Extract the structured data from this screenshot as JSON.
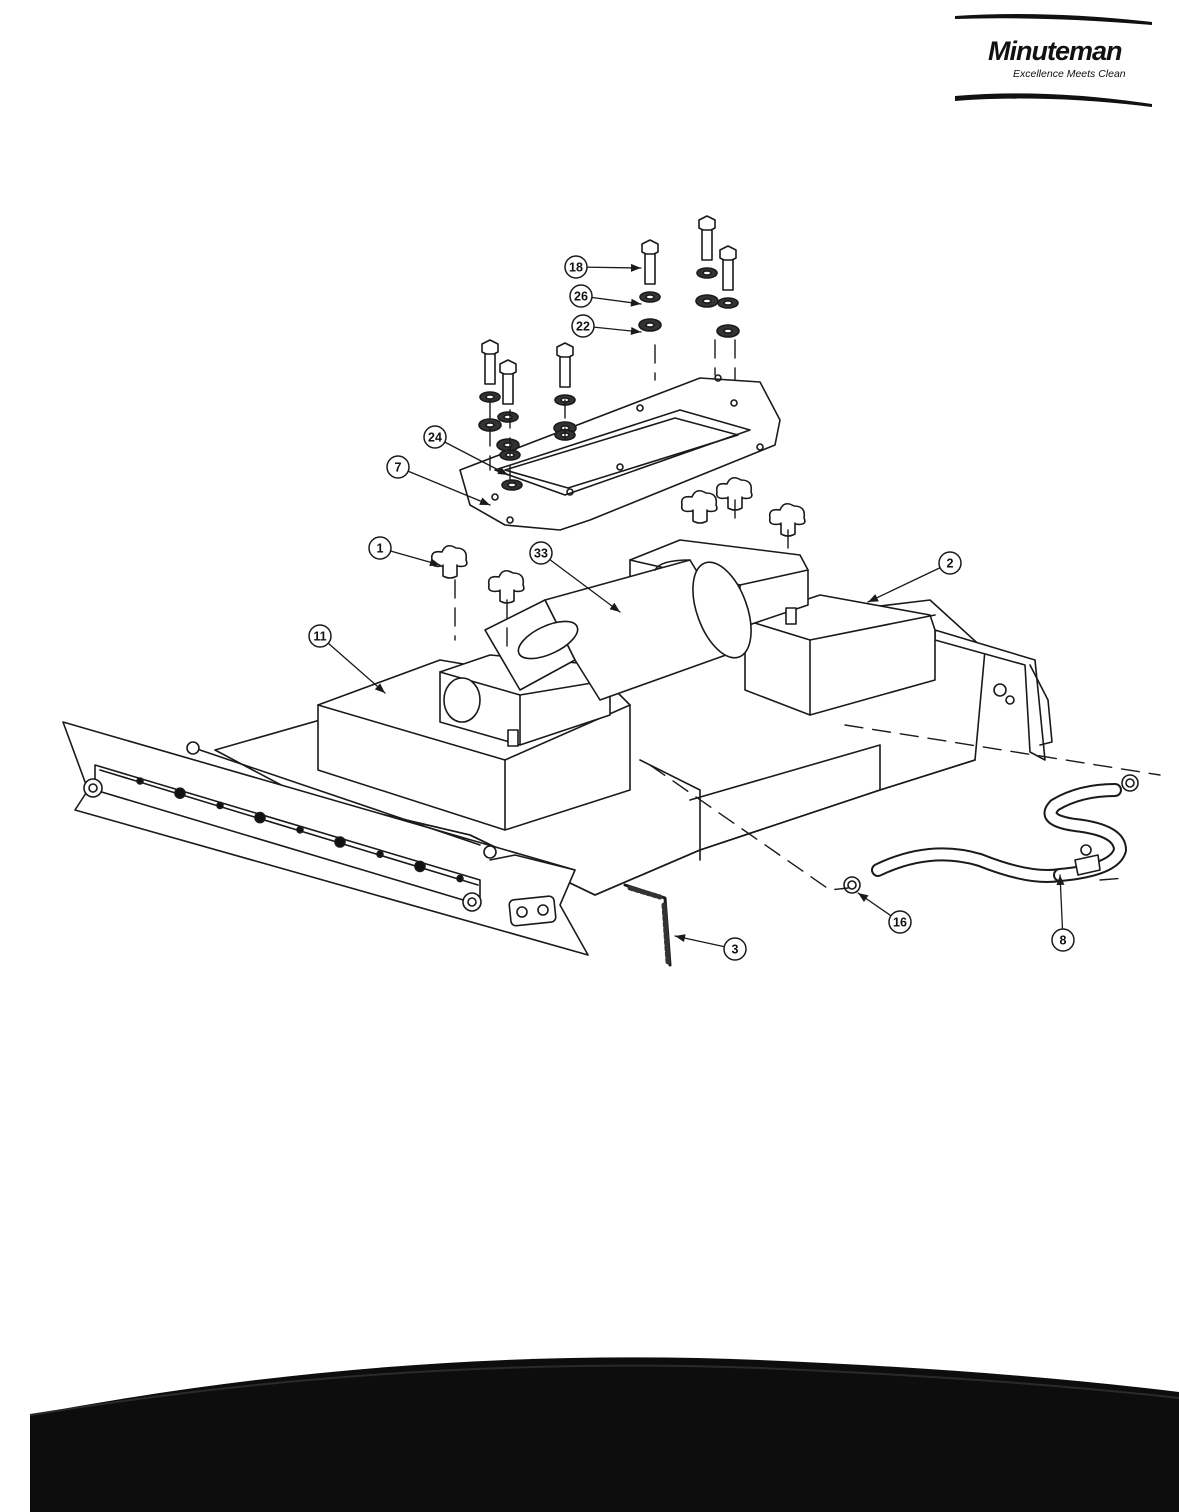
{
  "brand": {
    "name": "Minuteman",
    "tagline": "Excellence Meets Clean"
  },
  "callouts": [
    {
      "label": "18"
    },
    {
      "label": "26"
    },
    {
      "label": "22"
    },
    {
      "label": "24"
    },
    {
      "label": "7"
    },
    {
      "label": "1"
    },
    {
      "label": "33"
    },
    {
      "label": "2"
    },
    {
      "label": "11"
    },
    {
      "label": "16"
    },
    {
      "label": "3"
    },
    {
      "label": "8"
    }
  ],
  "colors": {
    "ink": "#111111",
    "outline": "#1a1a1a",
    "part_fill": "#ffffff",
    "shade": "#3a3a3a"
  }
}
